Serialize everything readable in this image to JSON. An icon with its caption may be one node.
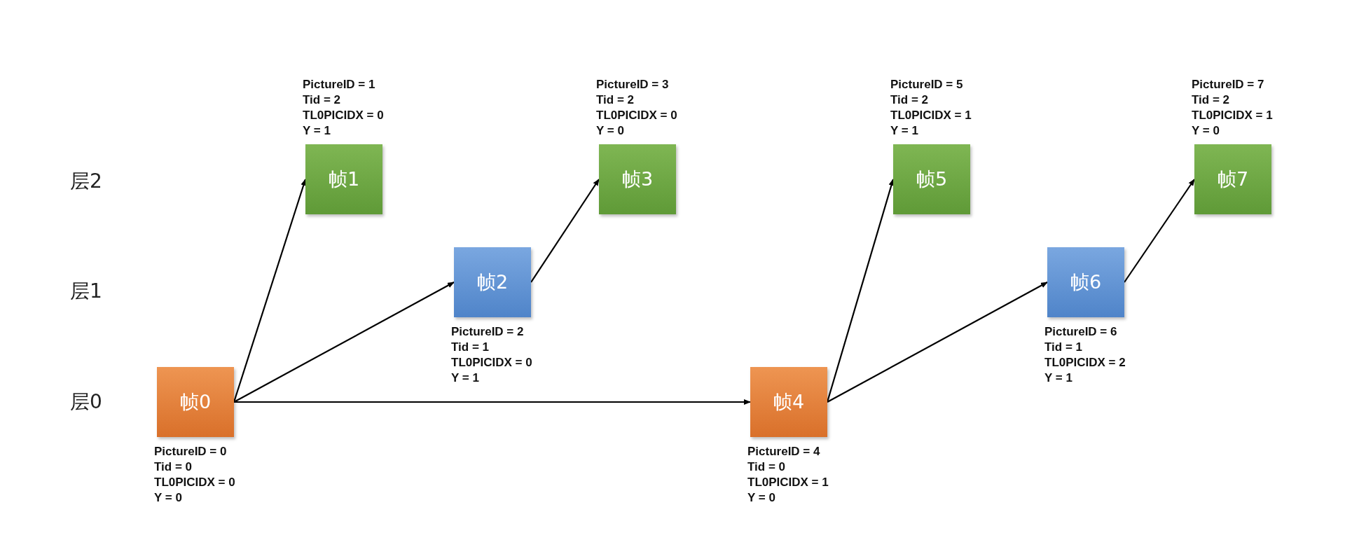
{
  "diagram": {
    "nodes": [
      {
        "text": [
          "帧0"
        ],
        "beside": [
          "PictureID = 0",
          "Tid = 0",
          "TL0PICIDX = 0",
          "Y = 0"
        ]
      },
      {
        "text": [
          "帧1"
        ],
        "beside": [
          "PictureID = 1",
          "Tid = 2",
          "TL0PICIDX = 0",
          "Y = 1"
        ]
      },
      {
        "text": [
          "帧2"
        ],
        "beside": [
          "PictureID = 2",
          "Tid = 1",
          "TL0PICIDX = 0",
          "Y = 1"
        ]
      },
      {
        "text": [
          "帧3"
        ],
        "beside": [
          "PictureID = 3",
          "Tid = 2",
          "TL0PICIDX = 0",
          "Y = 0"
        ]
      },
      {
        "text": [
          "帧4"
        ],
        "beside": [
          "PictureID = 4",
          "Tid = 0",
          "TL0PICIDX = 1",
          "Y = 0"
        ]
      },
      {
        "text": [
          "帧5"
        ],
        "beside": [
          "PictureID = 5",
          "Tid = 2",
          "TL0PICIDX = 1",
          "Y = 1"
        ]
      },
      {
        "text": [
          "帧6"
        ],
        "beside": [
          "PictureID = 6",
          "Tid = 1",
          "TL0PICIDX = 2",
          "Y = 1"
        ]
      },
      {
        "text": [
          "帧7"
        ],
        "beside": [
          "PictureID = 7",
          "Tid = 2",
          "TL0PICIDX = 1",
          "Y = 0"
        ]
      }
    ],
    "edges": [
      {
        "from": 0,
        "to": 1,
        "arrow": "to"
      },
      {
        "from": 0,
        "to": 2,
        "arrow": "to"
      },
      {
        "from": 0,
        "to": 4,
        "arrow": "to"
      },
      {
        "from": 2,
        "to": 3,
        "arrow": "to"
      },
      {
        "from": 4,
        "to": 5,
        "arrow": "to"
      },
      {
        "from": 4,
        "to": 6,
        "arrow": "to"
      },
      {
        "from": 6,
        "to": 7,
        "arrow": "to"
      }
    ],
    "labels": [
      "层2",
      "层1",
      "层0"
    ]
  }
}
